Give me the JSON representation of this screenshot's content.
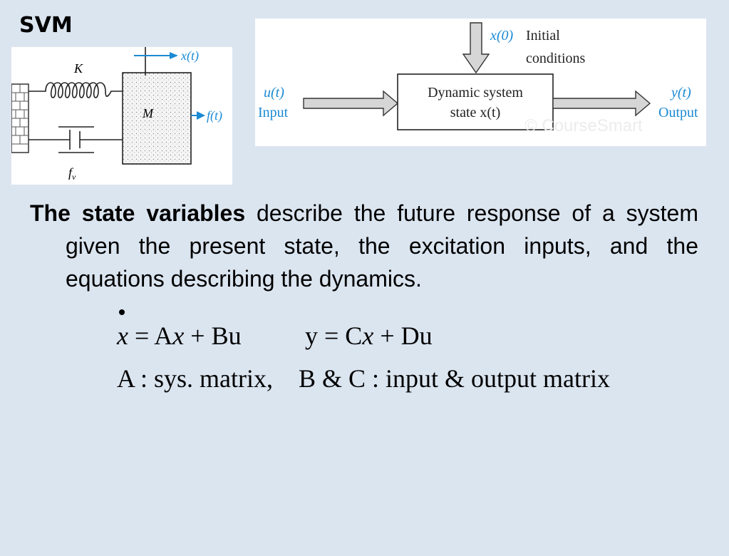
{
  "title": "SVM",
  "mech": {
    "spring_label": "K",
    "mass_label": "M",
    "damper_label": "f",
    "damper_sub": "v",
    "x_label": "x(t)",
    "f_label": "f(t)"
  },
  "block": {
    "ic_var": "x(0)",
    "ic_text1": "Initial",
    "ic_text2": "conditions",
    "input_var": "u(t)",
    "input_label": "Input",
    "box_line1": "Dynamic system",
    "box_line2": "state x(t)",
    "output_var": "y(t)",
    "output_label": "Output",
    "watermark": "© CourseSmart"
  },
  "paragraph": {
    "bold": "The state variables",
    "rest": " describe the future response of a system given the present state, the excitation inputs, and the equations describing the dynamics."
  },
  "equations": {
    "eq1": {
      "x": "x",
      "eqsign": " = A",
      "x2": "x",
      "tail": " + Bu"
    },
    "eq2": {
      "lhs": "y = C",
      "x": "x",
      "tail": " + Du"
    },
    "legend": "A : sys. matrix,    B & C : input & output matrix"
  }
}
